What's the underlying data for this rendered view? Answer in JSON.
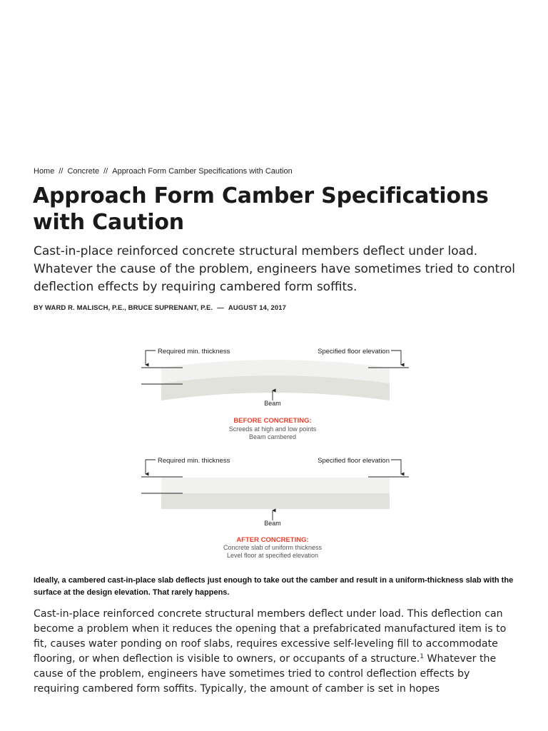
{
  "breadcrumb": {
    "home": "Home",
    "section": "Concrete",
    "current": "Approach Form Camber Specifications with Caution",
    "separator": "//"
  },
  "article": {
    "title": "Approach Form Camber Specifications with Caution",
    "dek": "Cast-in-place reinforced concrete structural members deflect under load. Whatever the cause of the problem, engineers have sometimes tried to control deflection effects by requiring cambered form soffits.",
    "byline": {
      "authors": "By Ward R. Malisch, P.E., Bruce Suprenant, P.E.",
      "dash": "—",
      "date": "August 14, 2017"
    },
    "figure": {
      "before": {
        "label_left": "Required min. thickness",
        "label_right": "Specified floor elevation",
        "beam_label": "Beam",
        "heading": "BEFORE CONCRETING:",
        "line1": "Screeds at high and low points",
        "line2": "Beam cambered"
      },
      "after": {
        "label_left": "Required min. thickness",
        "label_right": "Specified floor elevation",
        "beam_label": "Beam",
        "heading": "AFTER CONCRETING:",
        "line1": "Concrete slab of uniform thickness",
        "line2": "Level floor at specified elevation"
      },
      "colors": {
        "heading_red": "#e8402a",
        "slab": "#f1f1ef",
        "beam": "#e2e2dc"
      }
    },
    "caption": "Ideally, a cambered cast-in-place slab deflects just enough to take out the camber and result in a uniform-thickness slab with the surface at the design elevation. That rarely happens.",
    "body_text": "Cast-in-place reinforced concrete structural members deflect under load. This deflection can become a problem when it reduces the opening that a prefabricated manufactured item is to fit, causes water ponding on roof slabs, requires excessive self-leveling fill to accommodate flooring, or when deflection is visible to owners, or occupants of a structure.",
    "footnote_ref": "1",
    "body_text_2": "Whatever the cause of the problem, engineers have sometimes tried to control deflection effects by requiring cambered form soffits. Typically, the amount of camber is set in hopes"
  }
}
